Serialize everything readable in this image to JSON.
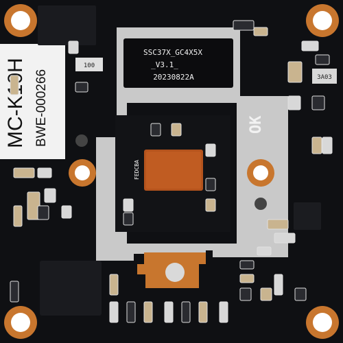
{
  "board": {
    "chip_marking": {
      "line1": "SSC37X_GC4X5X",
      "line2": "_V3.1_",
      "line3": "20230822A"
    },
    "sticker": {
      "model": "MC-K10H",
      "serial": "BWE-000266"
    },
    "small_labels": {
      "ok_mark": "OK",
      "sensor_text": "FEDCBA",
      "component_r1": "100",
      "component_r2": "3A03"
    }
  },
  "colors": {
    "pcb": "#101114",
    "silkscreen": "#e8e8e8",
    "copper": "#c8762e",
    "sensor_flex": "#b5521c"
  }
}
